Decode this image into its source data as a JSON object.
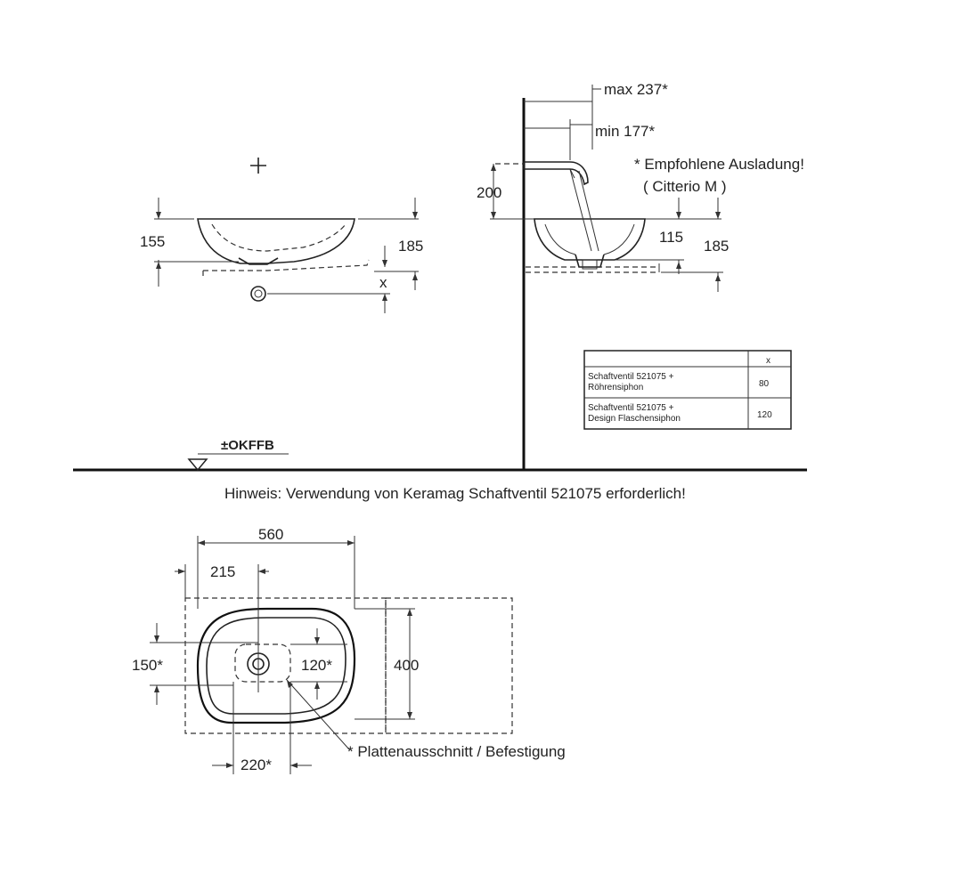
{
  "side_view": {
    "dim_left": "155",
    "dim_right": "185",
    "dim_x": "x"
  },
  "front_view": {
    "max_spout": "max 237*",
    "min_spout": "min 177*",
    "height_200": "200",
    "depth_115": "115",
    "depth_185": "185",
    "note_line1": "* Empfohlene Ausladung!",
    "note_line2": "( Citterio M )"
  },
  "table": {
    "header_x": "x",
    "rows": [
      {
        "label_line1": "Schaftventil 521075 +",
        "label_line2": "Röhrensiphon",
        "value": "80"
      },
      {
        "label_line1": "Schaftventil 521075 +",
        "label_line2": "Design Flaschensiphon",
        "value": "120"
      }
    ]
  },
  "floor": {
    "label": "±OKFFB"
  },
  "hint": "Hinweis: Verwendung von Keramag Schaftventil 521075 erforderlich!",
  "top_view": {
    "width": "560",
    "offset_215": "215",
    "dim_150": "150*",
    "dim_120": "120*",
    "height_400": "400",
    "dim_220": "220*",
    "callout": "* Plattenausschnitt / Befestigung"
  }
}
